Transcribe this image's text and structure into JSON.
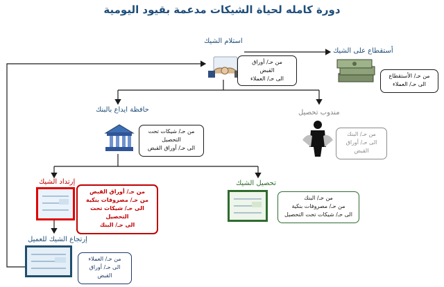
{
  "title": "دورة كامله لحياة الشيكات مدعمة بقيود اليومية",
  "nodes": {
    "receive": {
      "label": "استلام الشيك",
      "lines": [
        "من حـ/ أوراق",
        "القبض",
        "الى حـ/ العملاء"
      ]
    },
    "discount": {
      "label": "أستقطاع على الشيك",
      "lines": [
        "من حـ/ الأستقطاع",
        "الى حـ/ العملاء"
      ]
    },
    "bank_portfolio": {
      "label": "حافظة ايداع بالبنك",
      "lines": [
        "من حـ/ شيكات تحت",
        "التحصيل",
        "الى حـ/ أوراق القبض"
      ]
    },
    "collection_agent": {
      "label": "مندوب تحصيل",
      "lines": [
        "من حـ/ البنك",
        "الى حـ/ أوراق",
        "القبض"
      ]
    },
    "returned": {
      "label": "إرتداد الشيك",
      "lines": [
        "من حـ/ أوراق القبض",
        "من حـ/ مصروفات بنكية",
        "الى حـ/ شيكات تحت",
        "التحصيل",
        "الى حـ/ البنك"
      ]
    },
    "collected": {
      "label": "تحصيل الشيك",
      "lines": [
        "من حـ/ البنك",
        "من حـ/ مصروفات بنكية",
        "الى حـ/ شيكات تحت التحصيل"
      ]
    },
    "back_to_client": {
      "label": "إرتجاع الشيك للعميل",
      "lines": [
        "من حـ/ العملاء",
        "الى حـ/ أوراق",
        "القبض"
      ]
    }
  },
  "colors": {
    "title": "#1f4e79",
    "red": "#c00000",
    "green": "#2e6b2e",
    "gray": "#8c8c8c",
    "darkblue": "#1f3864"
  }
}
